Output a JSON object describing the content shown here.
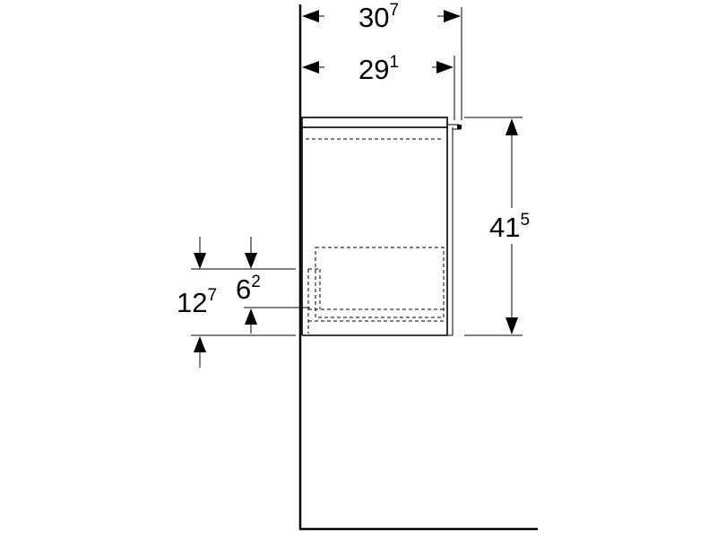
{
  "dimensions": {
    "overall_width": {
      "main": "30",
      "sup": "7"
    },
    "body_width": {
      "main": "29",
      "sup": "1"
    },
    "height": {
      "main": "41",
      "sup": "5"
    },
    "lower_offset": {
      "main": "12",
      "sup": "7"
    },
    "inner_offset": {
      "main": "6",
      "sup": "2"
    }
  },
  "colors": {
    "line": "#000000",
    "background": "#ffffff"
  }
}
